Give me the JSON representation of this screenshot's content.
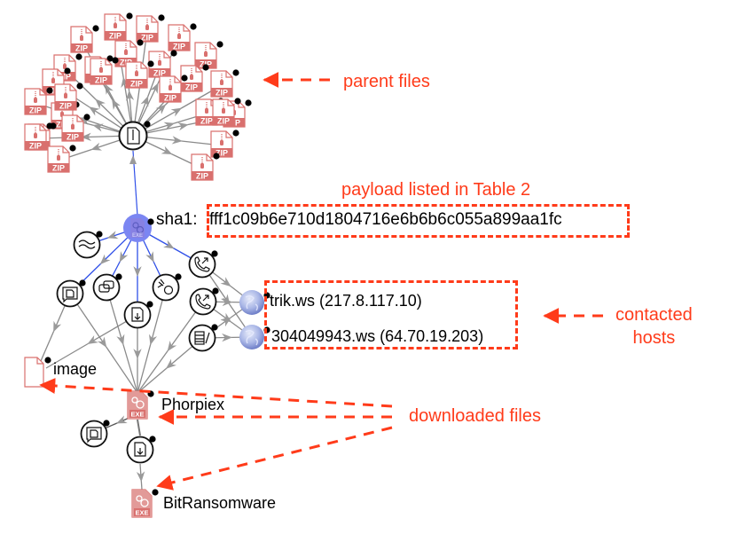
{
  "colors": {
    "annotation": "#ff3b1a",
    "file_icon": "#d9706e",
    "edge_gray": "#8a8a8a",
    "edge_blue": "#3050e8",
    "sample_node": "#7b86f2",
    "host_node": "#a9b6e6"
  },
  "nodes": {
    "sample": {
      "label_prefix": "sha1:",
      "hash": "fff1c09b6e710d1804716e6b6b6c055a899aa1fc",
      "icon": "exe-file-icon"
    },
    "zip_hub": {
      "icon": "zip-archive-icon"
    },
    "parent_files": {
      "count": 27,
      "icon_text": "ZIP"
    },
    "behaviors": [
      {
        "name": "wave-behavior",
        "icon": "wave-icon"
      },
      {
        "name": "document-behavior",
        "icon": "document-chat-icon"
      },
      {
        "name": "chat-behavior",
        "icon": "chat-bubbles-icon"
      },
      {
        "name": "download-behavior",
        "icon": "file-download-icon"
      },
      {
        "name": "process-behavior",
        "icon": "gears-icon"
      },
      {
        "name": "phone-call-behavior-1",
        "icon": "phone-outgoing-icon"
      },
      {
        "name": "phone-call-behavior-2",
        "icon": "phone-outgoing-icon"
      },
      {
        "name": "server-behavior",
        "icon": "server-icon"
      }
    ],
    "hosts": [
      {
        "label": "trik.ws (217.8.117.10)",
        "icon": "globe-icon"
      },
      {
        "label": "304049943.ws (64.70.19.203)",
        "icon": "globe-icon"
      }
    ],
    "downloaded": [
      {
        "label": "image",
        "icon": "blank-file-icon"
      },
      {
        "label": "Phorpiex",
        "icon": "exe-file-icon",
        "icon_text": "EXE"
      },
      {
        "label": "BitRansomware",
        "icon": "exe-file-icon",
        "icon_text": "EXE"
      }
    ]
  },
  "annotations": {
    "parent_files": "parent files",
    "payload": "payload listed in Table 2",
    "contacted_hosts_line1": "contacted",
    "contacted_hosts_line2": "hosts",
    "downloaded_files": "downloaded files"
  }
}
